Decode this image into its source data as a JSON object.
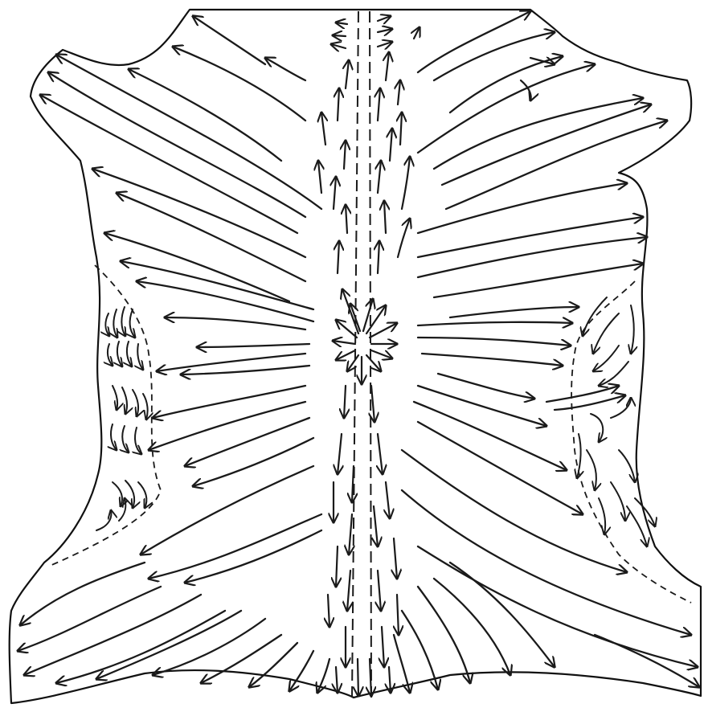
{
  "figure": {
    "subject": "hide-hair-flow-diagram",
    "colors": {
      "background": "#ffffff",
      "ink": "#1a1a1a"
    },
    "regions": [
      {
        "name": "neck-midline-dashed"
      },
      {
        "name": "left-flank-whorls"
      },
      {
        "name": "right-flank-whorls"
      },
      {
        "name": "central-divergence-whorl"
      }
    ]
  }
}
